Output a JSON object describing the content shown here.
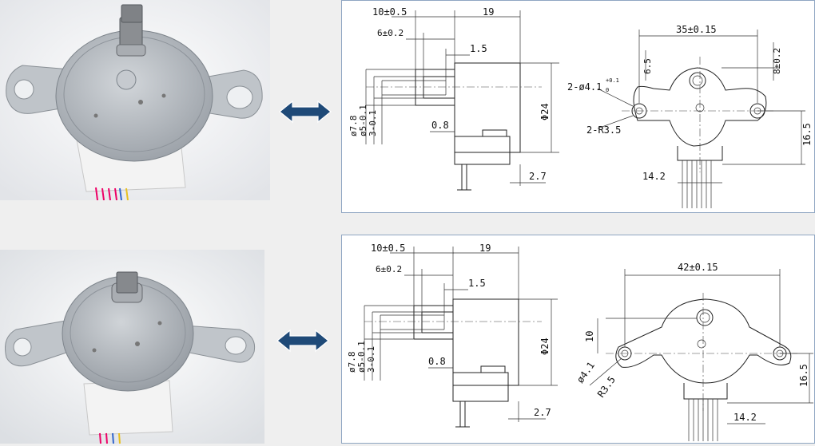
{
  "top": {
    "side": {
      "d_10": "10±0.5",
      "d_19": "19",
      "d_6": "6±0.2",
      "d_1_5": "1.5",
      "d_shaft": "ø7.8",
      "d_5": "ø5-0.1",
      "d_3": "3-0.1",
      "d_0_8": "0.8",
      "d_phi24": "Φ24",
      "d_2_7": "2.7"
    },
    "front": {
      "d_35": "35±0.15",
      "d_6_5": "6.5",
      "d_8": "8±0.2",
      "d_hole": "2-ø4.1",
      "d_hole_tol": "+0.1",
      "d_hole_tol0": "0",
      "d_r": "2-R3.5",
      "d_16_5": "16.5",
      "d_14_2": "14.2"
    }
  },
  "bottom": {
    "side": {
      "d_10": "10±0.5",
      "d_19": "19",
      "d_6": "6±0.2",
      "d_1_5": "1.5",
      "d_shaft": "ø7.8",
      "d_5": "ø5-0.1",
      "d_3": "3-0.1",
      "d_0_8": "0.8",
      "d_phi24": "Φ24",
      "d_2_7": "2.7"
    },
    "front": {
      "d_42": "42±0.15",
      "d_10": "10",
      "d_hole": "ø4.1",
      "d_r": "R3.5",
      "d_16_5": "16.5",
      "d_14_2": "14.2"
    }
  },
  "colors": {
    "arrow": "#1f4a78",
    "panel_border": "#8fa6c2",
    "metal": "#b9bec4",
    "housing": "#f2f2f2"
  }
}
